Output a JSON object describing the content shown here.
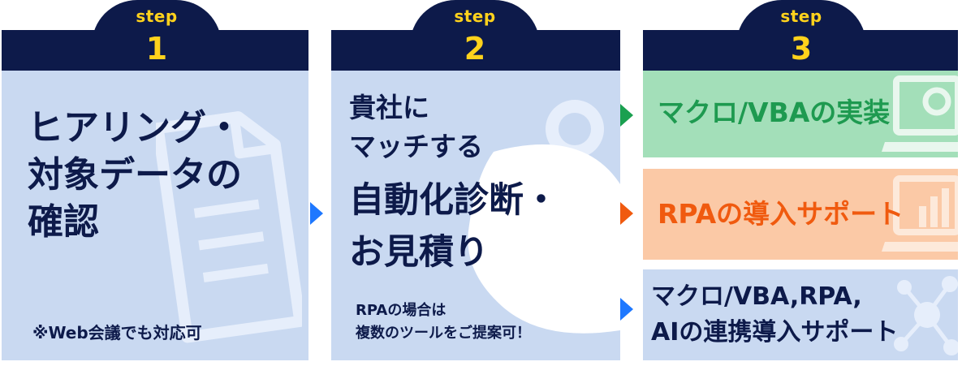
{
  "steps": [
    {
      "step_word": "step",
      "number": "1",
      "title_lines": [
        "ヒアリング・",
        "対象データの",
        "確認"
      ],
      "note": "※Web会議でも対応可"
    },
    {
      "step_word": "step",
      "number": "2",
      "title_small_lines": [
        "貴社に",
        "マッチする"
      ],
      "title_large_lines": [
        "自動化診断・",
        "お見積り"
      ],
      "note_lines": [
        "RPAの場合は",
        "複数のツールをご提案可！"
      ]
    },
    {
      "step_word": "step",
      "number": "3",
      "options": [
        {
          "lines": [
            "マクロ/VBAの実装"
          ],
          "color": "#1e9a50",
          "bg": "#a3dfb9"
        },
        {
          "lines": [
            "RPAの導入サポート"
          ],
          "color": "#f05a0f",
          "bg": "#fbc9a6"
        },
        {
          "lines": [
            "マクロ/VBA,RPA,",
            "AIの連携導入サポート"
          ],
          "color": "#0d1a4a",
          "bg": "#c9d9f1"
        }
      ]
    }
  ],
  "colors": {
    "navy": "#0d1a4a",
    "yellow": "#ffd21c",
    "arrow_blue": "#1e78ff",
    "arrow_green": "#1aa050",
    "arrow_orange": "#f05a0f"
  },
  "icons": [
    "document-icon",
    "piggy-bank-icon",
    "laptop-gear-icon",
    "laptop-chart-icon",
    "network-icon"
  ]
}
